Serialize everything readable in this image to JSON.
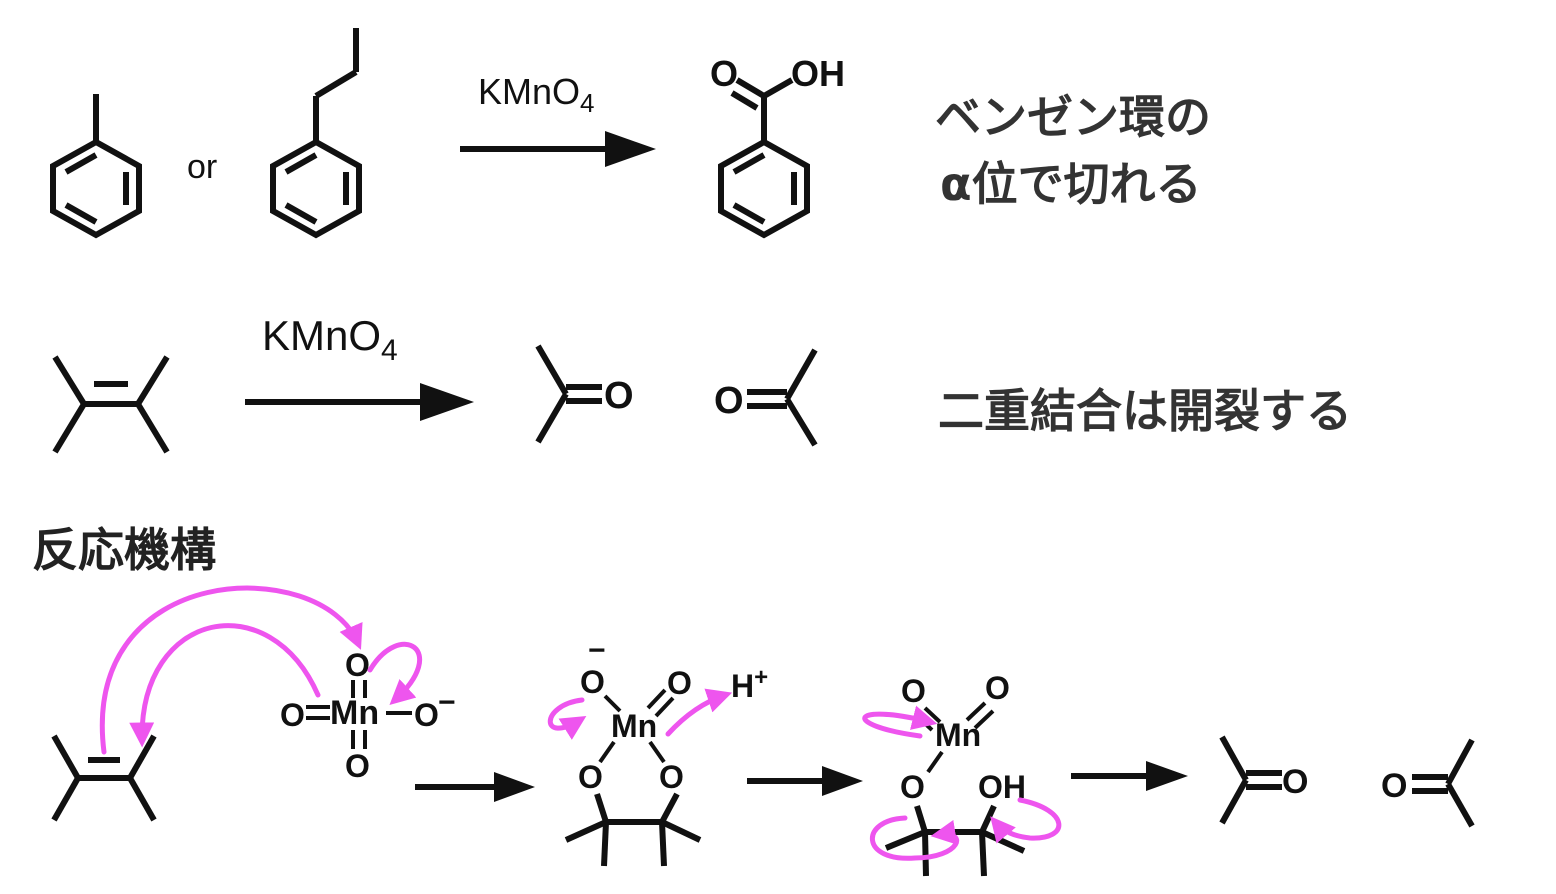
{
  "reaction1": {
    "connector": "or",
    "reagent": "KMnO",
    "reagent_sub": "4",
    "product_carbonyl_o": "O",
    "product_oh": "OH",
    "note_line1": "ベンゼン環の",
    "note_line2": "α位で切れる"
  },
  "reaction2": {
    "reagent": "KMnO",
    "reagent_sub": "4",
    "product1_o": "O",
    "product2_o": "O",
    "note": "二重結合は開裂する"
  },
  "mechanism": {
    "heading": "反応機構",
    "permanganate": {
      "metal": "Mn",
      "o_top": "O",
      "o_left": "O",
      "o_right": "O",
      "o_bottom": "O",
      "charge": "−"
    },
    "cyclic_ester": {
      "metal": "Mn",
      "o_anion": "O",
      "o_anion_charge": "−",
      "o_oxo": "O",
      "o_left": "O",
      "o_right": "O",
      "proton": "H",
      "proton_charge": "+"
    },
    "intermediate": {
      "metal": "Mn",
      "o1": "O",
      "o2": "O",
      "o_ether": "O",
      "oh": "OH"
    },
    "product1_o": "O",
    "product2_o": "O"
  },
  "colors": {
    "ink": "#111111",
    "note_text": "#333333",
    "electron_arrow": "#ee55ee"
  }
}
